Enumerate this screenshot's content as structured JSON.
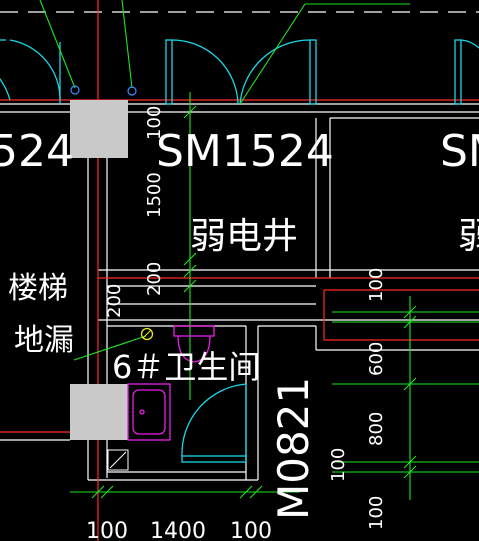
{
  "colors": {
    "background": "#000000",
    "wall": "#ffffff",
    "wall_dim": "#9a9a9a",
    "axis": "#ff2a2a",
    "door": "#19d8e6",
    "dimension": "#1ee61e",
    "fixture": "#e81ee8",
    "column": "#c9c9c9",
    "leader": "#1ee61e",
    "drain": "#e6e61e"
  },
  "labels": {
    "door_left": "524",
    "door_center": "SM1524",
    "door_right": "SM",
    "shaft": "弱电井",
    "shaft_right": "弱",
    "stair": "楼梯",
    "floor_drain": "地漏",
    "toilet": "6＃卫生间",
    "door_vertical": "M0821"
  },
  "dimensions": {
    "d_100_top": "100",
    "d_1500": "1500",
    "d_200_a": "200",
    "d_200_b": "200",
    "d_100_right": "100",
    "d_600": "600",
    "d_800": "800",
    "d_100_low": "100",
    "d_100_bottom": "100",
    "bottom_100_a": "100",
    "bottom_1400": "1400",
    "bottom_100_b": "100"
  },
  "icons": {
    "drain": "floor-drain-icon",
    "basin": "wash-basin-icon",
    "toilet": "toilet-icon",
    "marker": "circle-marker-icon"
  }
}
